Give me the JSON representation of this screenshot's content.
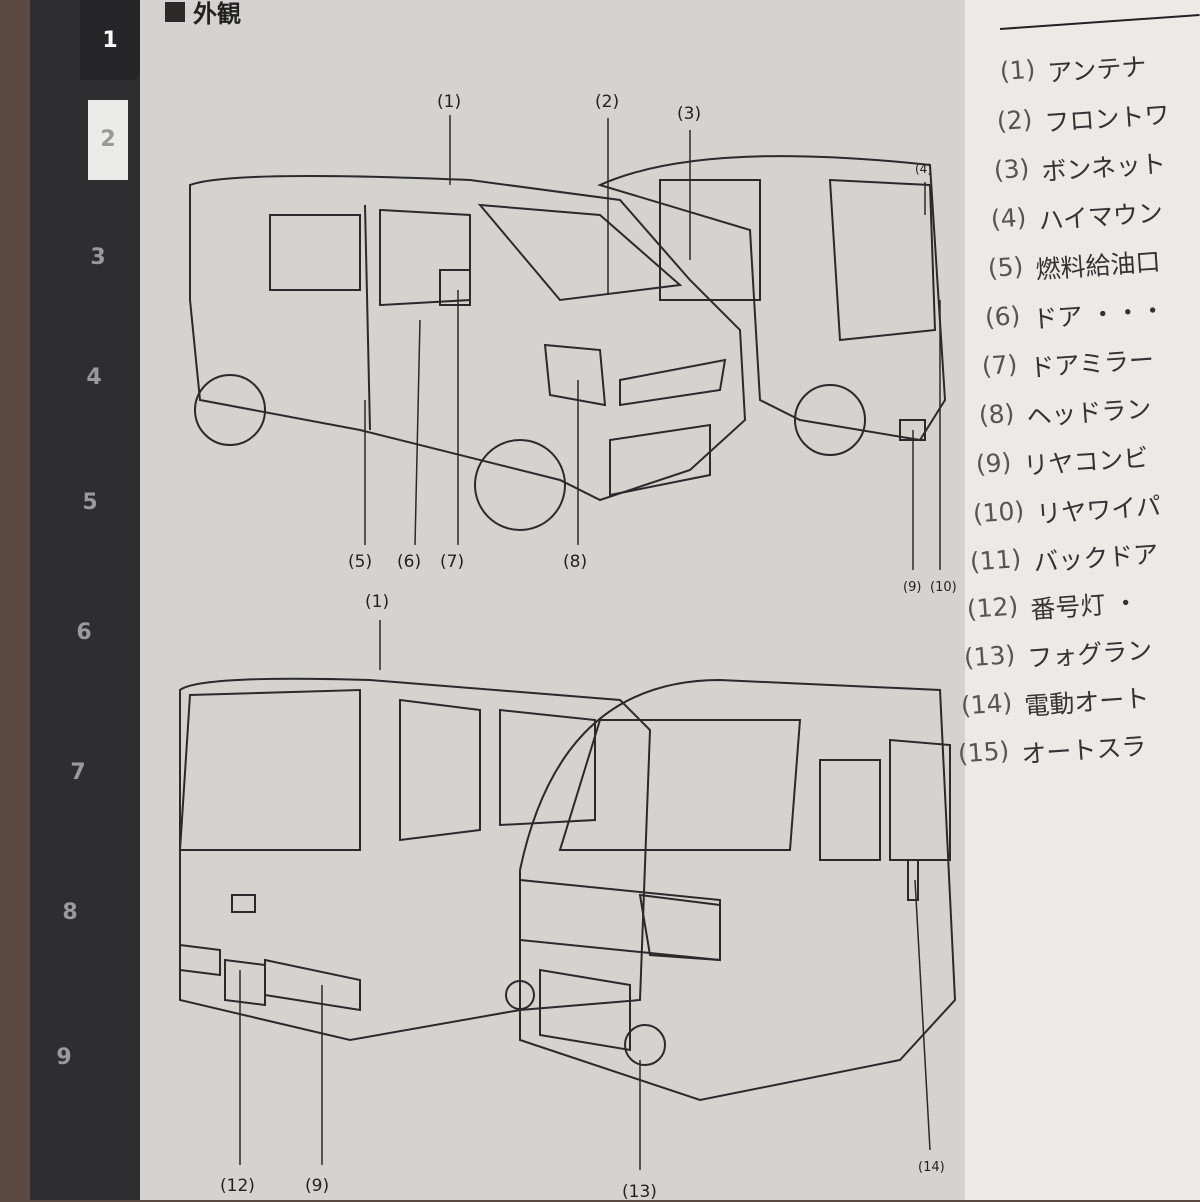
{
  "side_tabs": [
    "1",
    "2",
    "3",
    "4",
    "5",
    "6",
    "7",
    "8",
    "9"
  ],
  "section_title": "外観",
  "callouts_top": [
    "(1)",
    "(2)",
    "(3)",
    "(4)",
    "(5)",
    "(6)",
    "(7)",
    "(8)",
    "(9)",
    "(10)"
  ],
  "callouts_bottom": [
    "(1)",
    "(12)",
    "(9)",
    "(13)",
    "(14)"
  ],
  "parts_list": [
    {
      "num": "(1)",
      "label": "アンテナ"
    },
    {
      "num": "(2)",
      "label": "フロントワ"
    },
    {
      "num": "(3)",
      "label": "ボンネット"
    },
    {
      "num": "(4)",
      "label": "ハイマウン"
    },
    {
      "num": "(5)",
      "label": "燃料給油口"
    },
    {
      "num": "(6)",
      "label": "ドア ・・・"
    },
    {
      "num": "(7)",
      "label": "ドアミラー"
    },
    {
      "num": "(8)",
      "label": "ヘッドラン"
    },
    {
      "num": "(9)",
      "label": "リヤコンビ"
    },
    {
      "num": "(10)",
      "label": "リヤワイパ"
    },
    {
      "num": "(11)",
      "label": "バックドア"
    },
    {
      "num": "(12)",
      "label": "番号灯 ・"
    },
    {
      "num": "(13)",
      "label": "フォグラン"
    },
    {
      "num": "(14)",
      "label": "電動オート"
    },
    {
      "num": "(15)",
      "label": "オートスラ"
    }
  ]
}
